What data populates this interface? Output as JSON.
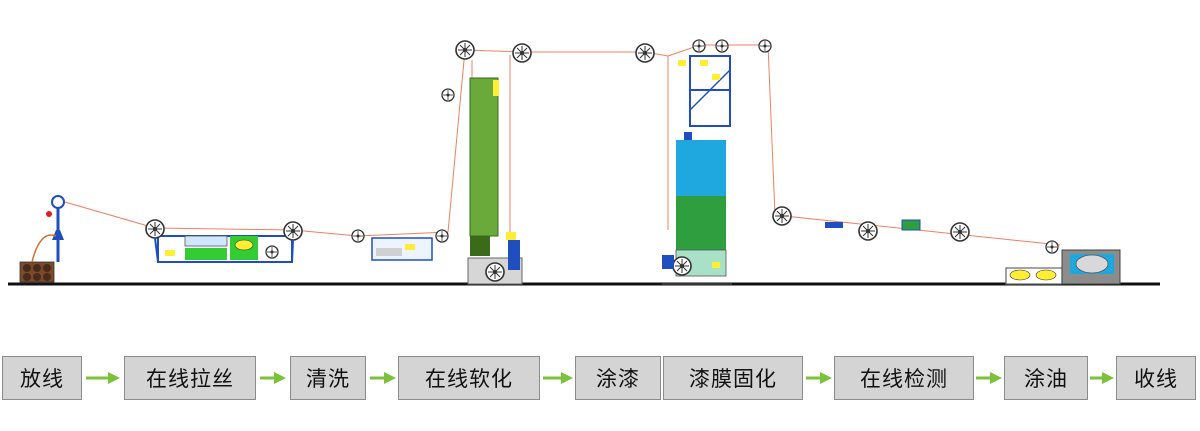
{
  "process_steps": [
    {
      "label": "放线"
    },
    {
      "label": "在线拉丝"
    },
    {
      "label": "清洗"
    },
    {
      "label": "在线软化"
    },
    {
      "label": "涂漆"
    },
    {
      "label": "漆膜固化"
    },
    {
      "label": "在线检测"
    },
    {
      "label": "涂油"
    },
    {
      "label": "收线"
    }
  ],
  "colors": {
    "box_fill": "#d4d4d4",
    "box_border": "#8c8c8c",
    "arrow": "#7cc13a",
    "machine_blue": "#1f4fbf",
    "machine_green": "#33cc33",
    "oven_green": "#6aaa3a",
    "tower_cyan": "#1fa8e0",
    "tower_green": "#2e9e3e",
    "wire": "#f08060",
    "floor": "#111111"
  }
}
